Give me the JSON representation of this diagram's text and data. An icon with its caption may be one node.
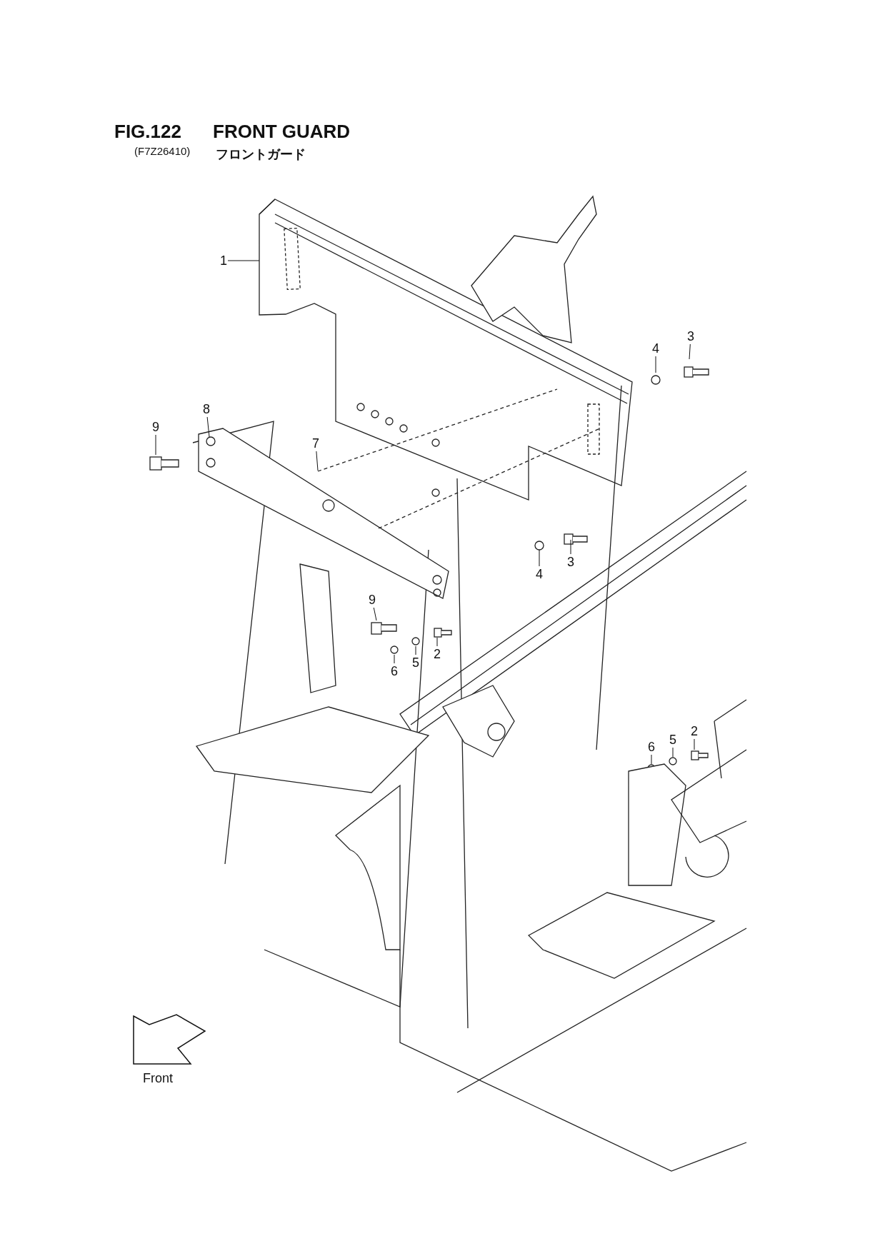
{
  "diagram": {
    "nodes": [
      {
        "text": [
          "1"
        ]
      },
      {
        "text": [
          "4"
        ]
      },
      {
        "text": [
          "3"
        ]
      },
      {
        "text": [
          "8"
        ]
      },
      {
        "text": [
          "9"
        ]
      },
      {
        "text": [
          "7"
        ]
      },
      {
        "text": [
          "3"
        ]
      },
      {
        "text": [
          "4"
        ]
      },
      {
        "text": [
          "9"
        ]
      },
      {
        "text": [
          "2"
        ]
      },
      {
        "text": [
          "5"
        ]
      },
      {
        "text": [
          "6"
        ]
      },
      {
        "text": [
          "6"
        ]
      },
      {
        "text": [
          "5"
        ]
      },
      {
        "text": [
          "2"
        ]
      }
    ],
    "edges": [
      {
        "from": 0,
        "to": null,
        "arrow": "none"
      },
      {
        "from": 1,
        "to": null,
        "arrow": "none"
      },
      {
        "from": 2,
        "to": null,
        "arrow": "none"
      },
      {
        "from": 3,
        "to": null,
        "arrow": "none"
      },
      {
        "from": 4,
        "to": null,
        "arrow": "none"
      },
      {
        "from": 5,
        "to": null,
        "arrow": "none"
      },
      {
        "from": 6,
        "to": null,
        "arrow": "none"
      },
      {
        "from": 7,
        "to": null,
        "arrow": "none"
      },
      {
        "from": 8,
        "to": null,
        "arrow": "none"
      },
      {
        "from": 9,
        "to": null,
        "arrow": "none"
      },
      {
        "from": 10,
        "to": null,
        "arrow": "none"
      },
      {
        "from": 11,
        "to": null,
        "arrow": "none"
      },
      {
        "from": 12,
        "to": null,
        "arrow": "none"
      },
      {
        "from": 13,
        "to": null,
        "arrow": "none"
      },
      {
        "from": 14,
        "to": null,
        "arrow": "none"
      }
    ],
    "labels": [
      "FIG.122",
      "FRONT GUARD",
      "(F7Z26410)",
      "フロントガード",
      "Front"
    ]
  }
}
